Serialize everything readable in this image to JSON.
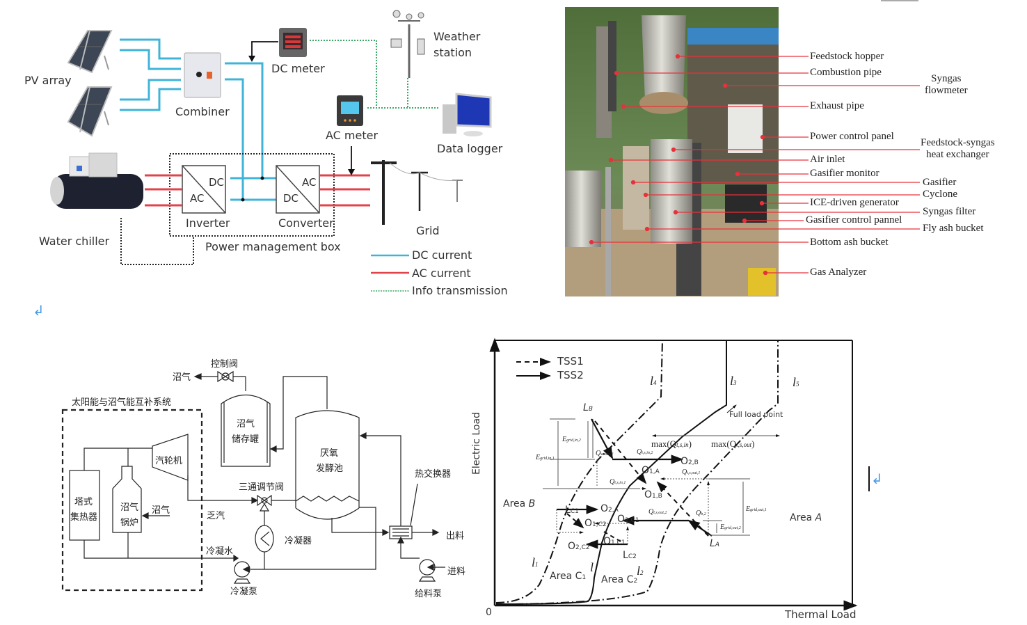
{
  "figure1": {
    "labels": {
      "pv_array": "PV array",
      "combiner": "Combiner",
      "dc_meter": "DC meter",
      "weather_station_line1": "Weather",
      "weather_station_line2": "station",
      "ac_meter": "AC meter",
      "data_logger": "Data logger",
      "water_chiller": "Water chiller",
      "inverter": "Inverter",
      "inverter_top": "DC",
      "inverter_bottom": "AC",
      "converter": "Converter",
      "converter_top": "AC",
      "converter_bottom": "DC",
      "power_management_box": "Power management box",
      "grid": "Grid"
    },
    "legend": [
      {
        "label": "DC current",
        "color": "#3fb4d8",
        "style": "solid"
      },
      {
        "label": "AC current",
        "color": "#e0434a",
        "style": "solid"
      },
      {
        "label": "Info transmission",
        "color": "#3aa864",
        "style": "dotted"
      }
    ]
  },
  "figure2": {
    "callouts_left": [
      "Feedstock hopper",
      "Combustion pipe",
      "Exhaust pipe",
      "Power control panel",
      "Air inlet",
      "Gasifier monitor",
      "ICE-driven generator",
      "Gasifier control pannel",
      "Bottom ash bucket",
      "Gas Analyzer"
    ],
    "callouts_right": [
      "Syngas\nflowmeter",
      "Feedstock-syngas\nheat exchanger",
      "Gasifier",
      "Cyclone",
      "Syngas filter",
      "Fly ash bucket"
    ],
    "callout_color": "#e8313a"
  },
  "figure3": {
    "system_box_title": "太阳能与沼气能互补系统",
    "labels": {
      "biogas_out": "沼气",
      "control_valve": "控制阀",
      "storage_tank_l1": "沼气",
      "storage_tank_l2": "储存罐",
      "turbine": "汽轮机",
      "tower_l1": "塔式",
      "tower_l2": "集热器",
      "boiler_l1": "沼气",
      "boiler_l2": "锅炉",
      "biogas_in": "沼气",
      "exhaust_steam": "乏汽",
      "three_way_valve": "三通调节阀",
      "digester_l1": "厌氧",
      "digester_l2": "发酵池",
      "heat_exchanger": "热交换器",
      "output": "出料",
      "input": "进料",
      "condenser": "冷凝器",
      "condensate": "冷凝水",
      "condensate_pump": "冷凝泵",
      "feed_pump": "给料泵"
    }
  },
  "chart_data": {
    "type": "line",
    "title": "",
    "xlabel": "Thermal Load",
    "ylabel": "Electric Load",
    "origin_label": "0",
    "legend": [
      {
        "name": "TSS1",
        "style": "dashed-arrow"
      },
      {
        "name": "TSS2",
        "style": "solid-arrow"
      }
    ],
    "legend_position": "top-left",
    "lines": [
      "l1",
      "l2",
      "l3",
      "l4",
      "l5",
      "l"
    ],
    "line_labels": {
      "l1": "l",
      "l1_sub": "1",
      "l2": "l",
      "l2_sub": "2",
      "l3": "l",
      "l3_sub": "3",
      "l4": "l",
      "l4_sub": "4",
      "l5": "l",
      "l5_sub": "5",
      "l": "l"
    },
    "areas": [
      "Area B",
      "Area A",
      "Area C1",
      "Area C2"
    ],
    "area_labels": {
      "area_b": "Area ",
      "area_b_i": "B",
      "area_a": "Area ",
      "area_a_i": "A",
      "area_c1": "Area C",
      "area_c1_sub": "1",
      "area_c2": "Area C",
      "area_c2_sub": "2"
    },
    "points": {
      "LB": {
        "main": "L",
        "sub": "B"
      },
      "LA": {
        "main": "L",
        "sub": "A"
      },
      "LC1": {
        "main": "L",
        "sub": "C1"
      },
      "LC2": {
        "main": "L",
        "sub": "C2"
      },
      "O1A": {
        "main": "O",
        "sub": "1,A"
      },
      "O1B": {
        "main": "O",
        "sub": "1,B"
      },
      "O2A": {
        "main": "O",
        "sub": "2,A"
      },
      "O2B": {
        "main": "O",
        "sub": "2,B"
      },
      "O1C1": {
        "main": "O",
        "sub": "1,C1"
      },
      "O1C2": {
        "main": "O",
        "sub": "1,C2"
      },
      "O2C1": {
        "main": "O",
        "sub": "2,C1"
      },
      "O2C2": {
        "main": "O",
        "sub": "2,C2"
      }
    },
    "annotations": {
      "full_load_point": "Full load point",
      "max_q_in": "max(Q",
      "max_q_in_sub": "t,s,in",
      "max_q_out": "max(Q",
      "max_q_out_sub": "t,s,out",
      "close_paren": ")",
      "q_tsin2": "Q",
      "q_tsin2_sub": "t,s,in,2",
      "q_tsin1": "Q",
      "q_tsin1_sub": "t,s,in,1",
      "q_tsout1": "Q",
      "q_tsout1_sub": "t,s,out,1",
      "q_tsout2": "Q",
      "q_tsout2_sub": "t,s,out,2",
      "q_waste2": "Q",
      "q_waste2_sub": "waste,2",
      "q_b2": "Q",
      "q_b2_sub": "b,2",
      "e_gridin1": "E",
      "e_gridin1_sub": "grid,in,1",
      "e_gridin2": "E",
      "e_gridin2_sub": "grid,in,2",
      "e_gridout1": "E",
      "e_gridout1_sub": "grid,out,1",
      "e_gridout2": "E",
      "e_gridout2_sub": "grid,out,2"
    }
  },
  "document": {
    "paragraph_mark": "↲"
  }
}
